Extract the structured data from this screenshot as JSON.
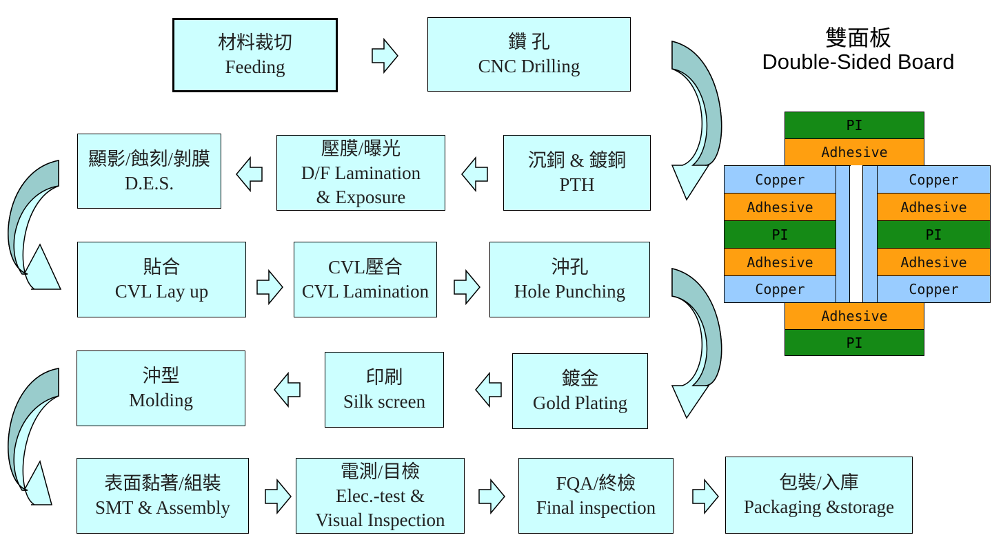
{
  "title": {
    "zh": "雙面板",
    "en": "Double-Sided Board"
  },
  "steps": {
    "feeding": {
      "zh": "材料裁切",
      "en": "Feeding"
    },
    "drilling": {
      "zh": "鑽 孔",
      "en": "CNC Drilling"
    },
    "pth": {
      "zh": "沉銅 & 鍍銅",
      "en": "PTH"
    },
    "df": {
      "zh": "壓膜/曝光",
      "en1": "D/F Lamination",
      "en2": "& Exposure"
    },
    "des": {
      "zh": "顯影/蝕刻/剝膜",
      "en": "D.E.S."
    },
    "cvl_layup": {
      "zh": "貼合",
      "en": "CVL Lay up"
    },
    "cvl_lam": {
      "zh": "CVL壓合",
      "en": "CVL Lamination"
    },
    "punch": {
      "zh": "沖孔",
      "en": "Hole Punching"
    },
    "gold": {
      "zh": "鍍金",
      "en": "Gold  Plating"
    },
    "silk": {
      "zh": "印刷",
      "en": "Silk screen"
    },
    "molding": {
      "zh": "沖型",
      "en": "Molding"
    },
    "smt": {
      "zh": "表面黏著/組裝",
      "en": "SMT & Assembly"
    },
    "etest": {
      "zh": "電測/目檢",
      "en1": "Elec.-test &",
      "en2": "Visual Inspection"
    },
    "fqa": {
      "zh": "FQA/終檢",
      "en": "Final inspection"
    },
    "pack": {
      "zh": "包裝/入庫",
      "en": "Packaging &storage"
    }
  },
  "stackup": {
    "pi": "PI",
    "adhesive": "Adhesive",
    "copper": "Copper"
  },
  "colors": {
    "box_fill": "#ccffff",
    "arrow_fill": "#ccffff",
    "curve_shade": "#99cccc",
    "pi": "#158a16",
    "adhesive": "#ff9f10",
    "copper": "#99ccff"
  }
}
